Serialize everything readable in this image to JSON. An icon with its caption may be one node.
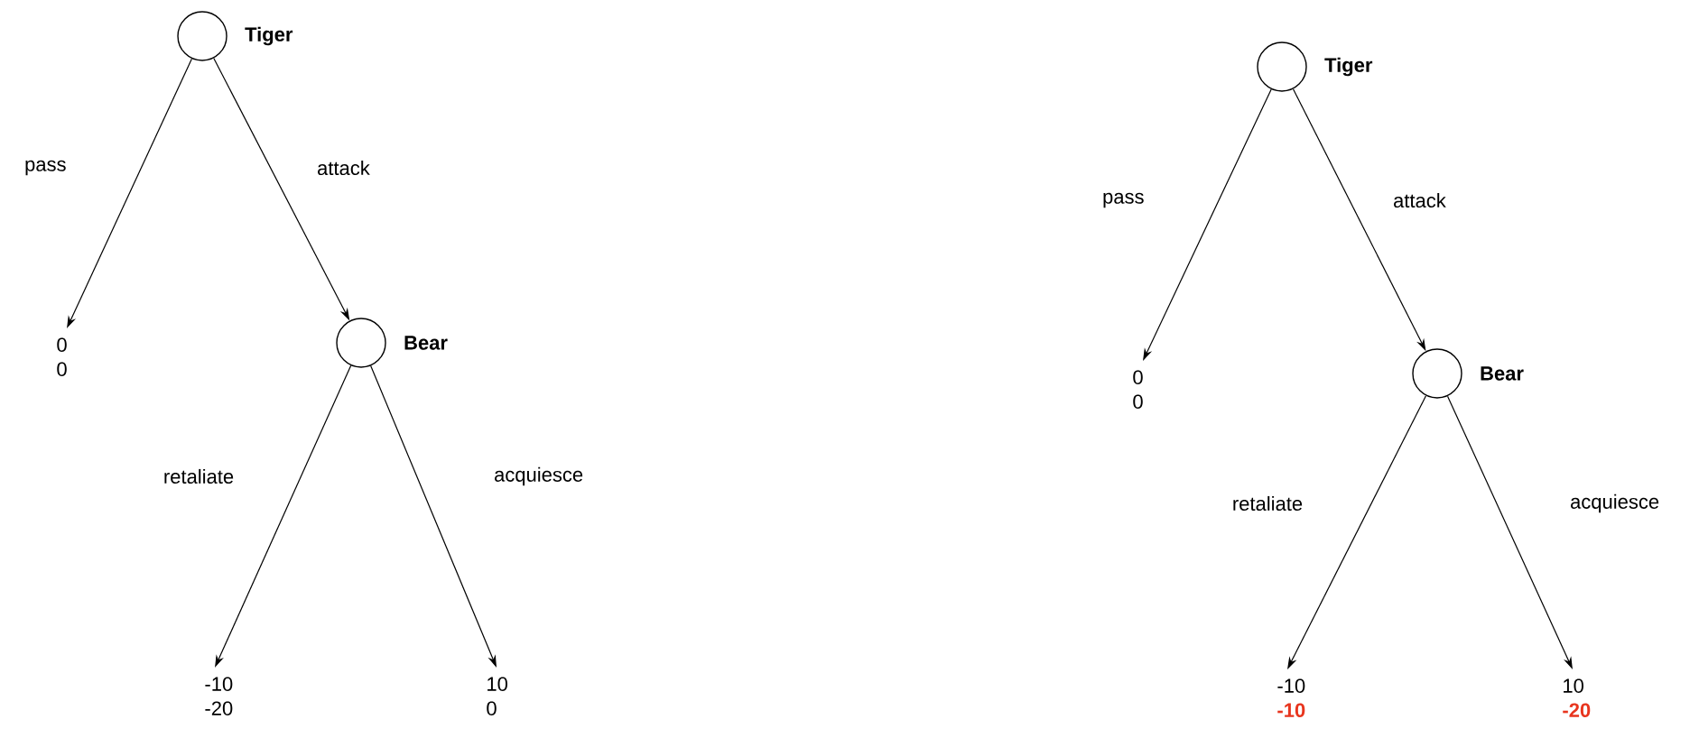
{
  "diagram": {
    "nodes": [
      {
        "text": [],
        "shape": "circle",
        "beside": [
          "Tiger"
        ]
      },
      {
        "text": [
          "0",
          "0"
        ]
      },
      {
        "text": [],
        "shape": "circle",
        "beside": [
          "Bear"
        ]
      },
      {
        "text": [
          "-10",
          "-20"
        ]
      },
      {
        "text": [
          "10",
          "0"
        ]
      },
      {
        "text": [],
        "shape": "circle",
        "beside": [
          "Tiger"
        ]
      },
      {
        "text": [
          "0",
          "0"
        ]
      },
      {
        "text": [],
        "shape": "circle",
        "beside": [
          "Bear"
        ]
      },
      {
        "text": [
          "-10",
          "-10"
        ]
      },
      {
        "text": [
          "10",
          "-20"
        ]
      }
    ],
    "edges": [
      {
        "from": 0,
        "to": 1,
        "arrow": "to",
        "label": "pass"
      },
      {
        "from": 0,
        "to": 2,
        "arrow": "to",
        "label": "attack"
      },
      {
        "from": 2,
        "to": 3,
        "arrow": "to",
        "label": "retaliate"
      },
      {
        "from": 2,
        "to": 4,
        "arrow": "to",
        "label": "acquiesce"
      },
      {
        "from": 5,
        "to": 6,
        "arrow": "to",
        "label": "pass"
      },
      {
        "from": 5,
        "to": 7,
        "arrow": "to",
        "label": "attack"
      },
      {
        "from": 7,
        "to": 8,
        "arrow": "to",
        "label": "retaliate"
      },
      {
        "from": 7,
        "to": 9,
        "arrow": "to",
        "label": "acquiesce"
      }
    ]
  }
}
